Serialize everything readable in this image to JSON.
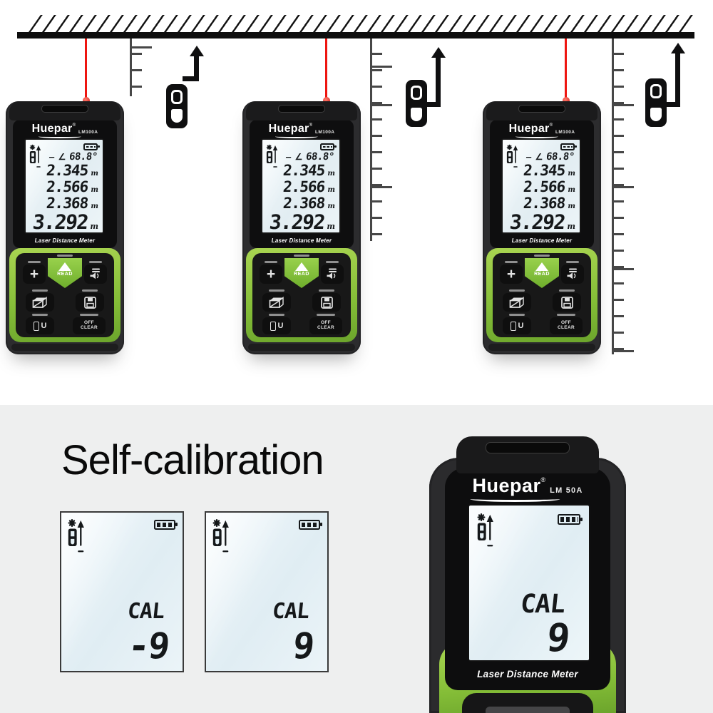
{
  "colors": {
    "accent_green": "#8dc63f",
    "laser_red": "#ee1510",
    "device_body": "#2b2b2d",
    "lcd_background": "#e8f1f6",
    "section_background": "#eeefef"
  },
  "top_section": {
    "devices": [
      {
        "brand": "Huepar",
        "registered": "®",
        "model": "LM100A",
        "screen": {
          "dash": "—",
          "angle_symbol": "∠",
          "angle_value": "68.8°",
          "measurements": [
            {
              "value": "2.345",
              "unit": "m"
            },
            {
              "value": "2.566",
              "unit": "m"
            },
            {
              "value": "2.368",
              "unit": "m"
            },
            {
              "value": "3.292",
              "unit": "m"
            }
          ]
        },
        "footer_label": "Laser Distance Meter",
        "keypad": {
          "plus": "+",
          "read": "READ",
          "unit": "U",
          "off_line1": "OFF",
          "off_line2": "CLEAR"
        }
      },
      {
        "brand": "Huepar",
        "registered": "®",
        "model": "LM100A",
        "screen": {
          "dash": "—",
          "angle_symbol": "∠",
          "angle_value": "68.8°",
          "measurements": [
            {
              "value": "2.345",
              "unit": "m"
            },
            {
              "value": "2.566",
              "unit": "m"
            },
            {
              "value": "2.368",
              "unit": "m"
            },
            {
              "value": "3.292",
              "unit": "m"
            }
          ]
        },
        "footer_label": "Laser Distance Meter",
        "keypad": {
          "plus": "+",
          "read": "READ",
          "unit": "U",
          "off_line1": "OFF",
          "off_line2": "CLEAR"
        }
      },
      {
        "brand": "Huepar",
        "registered": "®",
        "model": "LM100A",
        "screen": {
          "dash": "—",
          "angle_symbol": "∠",
          "angle_value": "68.8°",
          "measurements": [
            {
              "value": "2.345",
              "unit": "m"
            },
            {
              "value": "2.566",
              "unit": "m"
            },
            {
              "value": "2.368",
              "unit": "m"
            },
            {
              "value": "3.292",
              "unit": "m"
            }
          ]
        },
        "footer_label": "Laser Distance Meter",
        "keypad": {
          "plus": "+",
          "read": "READ",
          "unit": "U",
          "off_line1": "OFF",
          "off_line2": "CLEAR"
        }
      }
    ]
  },
  "bottom_section": {
    "heading": "Self-calibration",
    "lcd_panels": [
      {
        "label": "CAL",
        "value": "-9"
      },
      {
        "label": "CAL",
        "value": "9"
      }
    ],
    "featured_device": {
      "brand": "Huepar",
      "registered": "®",
      "model": "LM 50A",
      "screen_label": "CAL",
      "screen_value": "9",
      "footer_label": "Laser Distance Meter"
    }
  }
}
